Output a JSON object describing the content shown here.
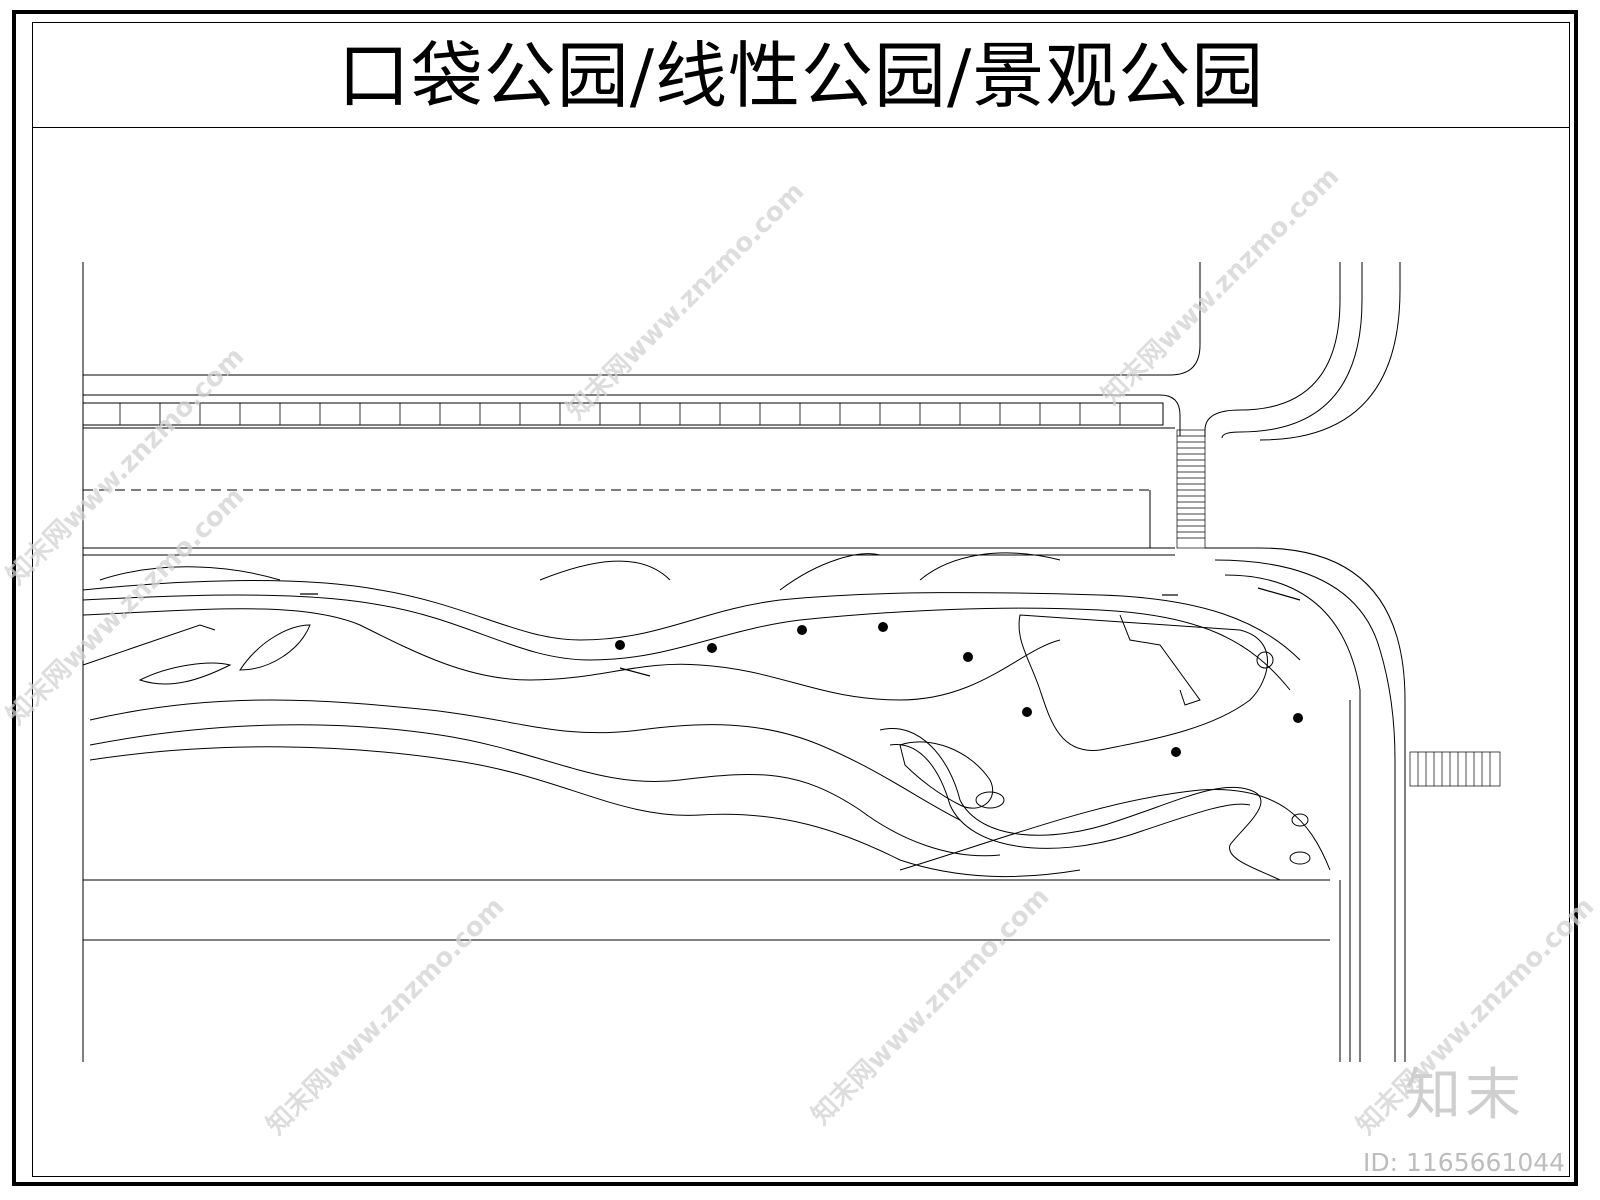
{
  "title": "口袋公园/线性公园/景观公园",
  "watermark": {
    "text": "知末网www.znzmo.com"
  },
  "logo": {
    "text": "知末"
  },
  "id_label": "ID: 1165661044",
  "colors": {
    "line": "#000000",
    "background": "#ffffff",
    "watermark": "#d2d2d2"
  }
}
